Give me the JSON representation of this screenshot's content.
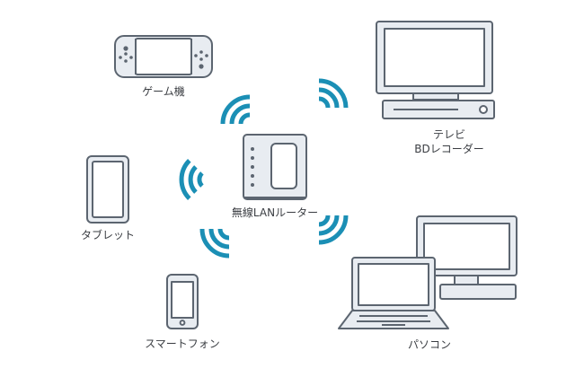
{
  "labels": {
    "game": "ゲーム機",
    "tv_line1": "テレビ",
    "tv_line2": "BDレコーダー",
    "tablet": "タブレット",
    "router": "無線LANルーター",
    "smartphone": "スマートフォン",
    "pc": "パソコン"
  },
  "colors": {
    "device_fill": "#e8ecf1",
    "device_stroke": "#5c6570",
    "screen_fill": "#ffffff",
    "wifi": "#1b8fb5",
    "text": "#3a3d42"
  },
  "icons": {
    "router": "wireless-router-icon",
    "game": "handheld-game-console-icon",
    "tv": "television-icon",
    "recorder": "bd-recorder-icon",
    "tablet": "tablet-icon",
    "smartphone": "smartphone-icon",
    "monitor": "desktop-monitor-icon",
    "laptop": "laptop-icon",
    "wifi": "wifi-signal-icon"
  }
}
